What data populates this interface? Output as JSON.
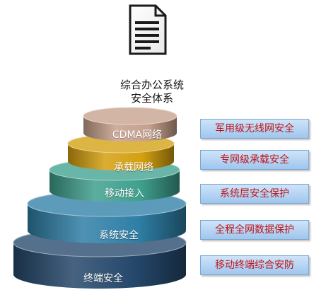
{
  "title": {
    "line1": "综合办公系统",
    "line2": "安全体系"
  },
  "icon": "document-icon",
  "tiers": [
    {
      "label": "CDMA网络",
      "color": "#c6a08c"
    },
    {
      "label": "承载网络",
      "color": "#d4a010"
    },
    {
      "label": "移动接入",
      "color": "#3fa08e"
    },
    {
      "label": "系统安全",
      "color": "#2f7fa6"
    },
    {
      "label": "终端安全",
      "color": "#25486b"
    }
  ],
  "tags": [
    "军用级无线网安全",
    "专网级承载安全",
    "系统层安全保护",
    "全程全网数据保护",
    "移动终端综合安防"
  ],
  "colors": {
    "tag_text": "#c0151b",
    "tag_fill": "#b6d5f3"
  }
}
